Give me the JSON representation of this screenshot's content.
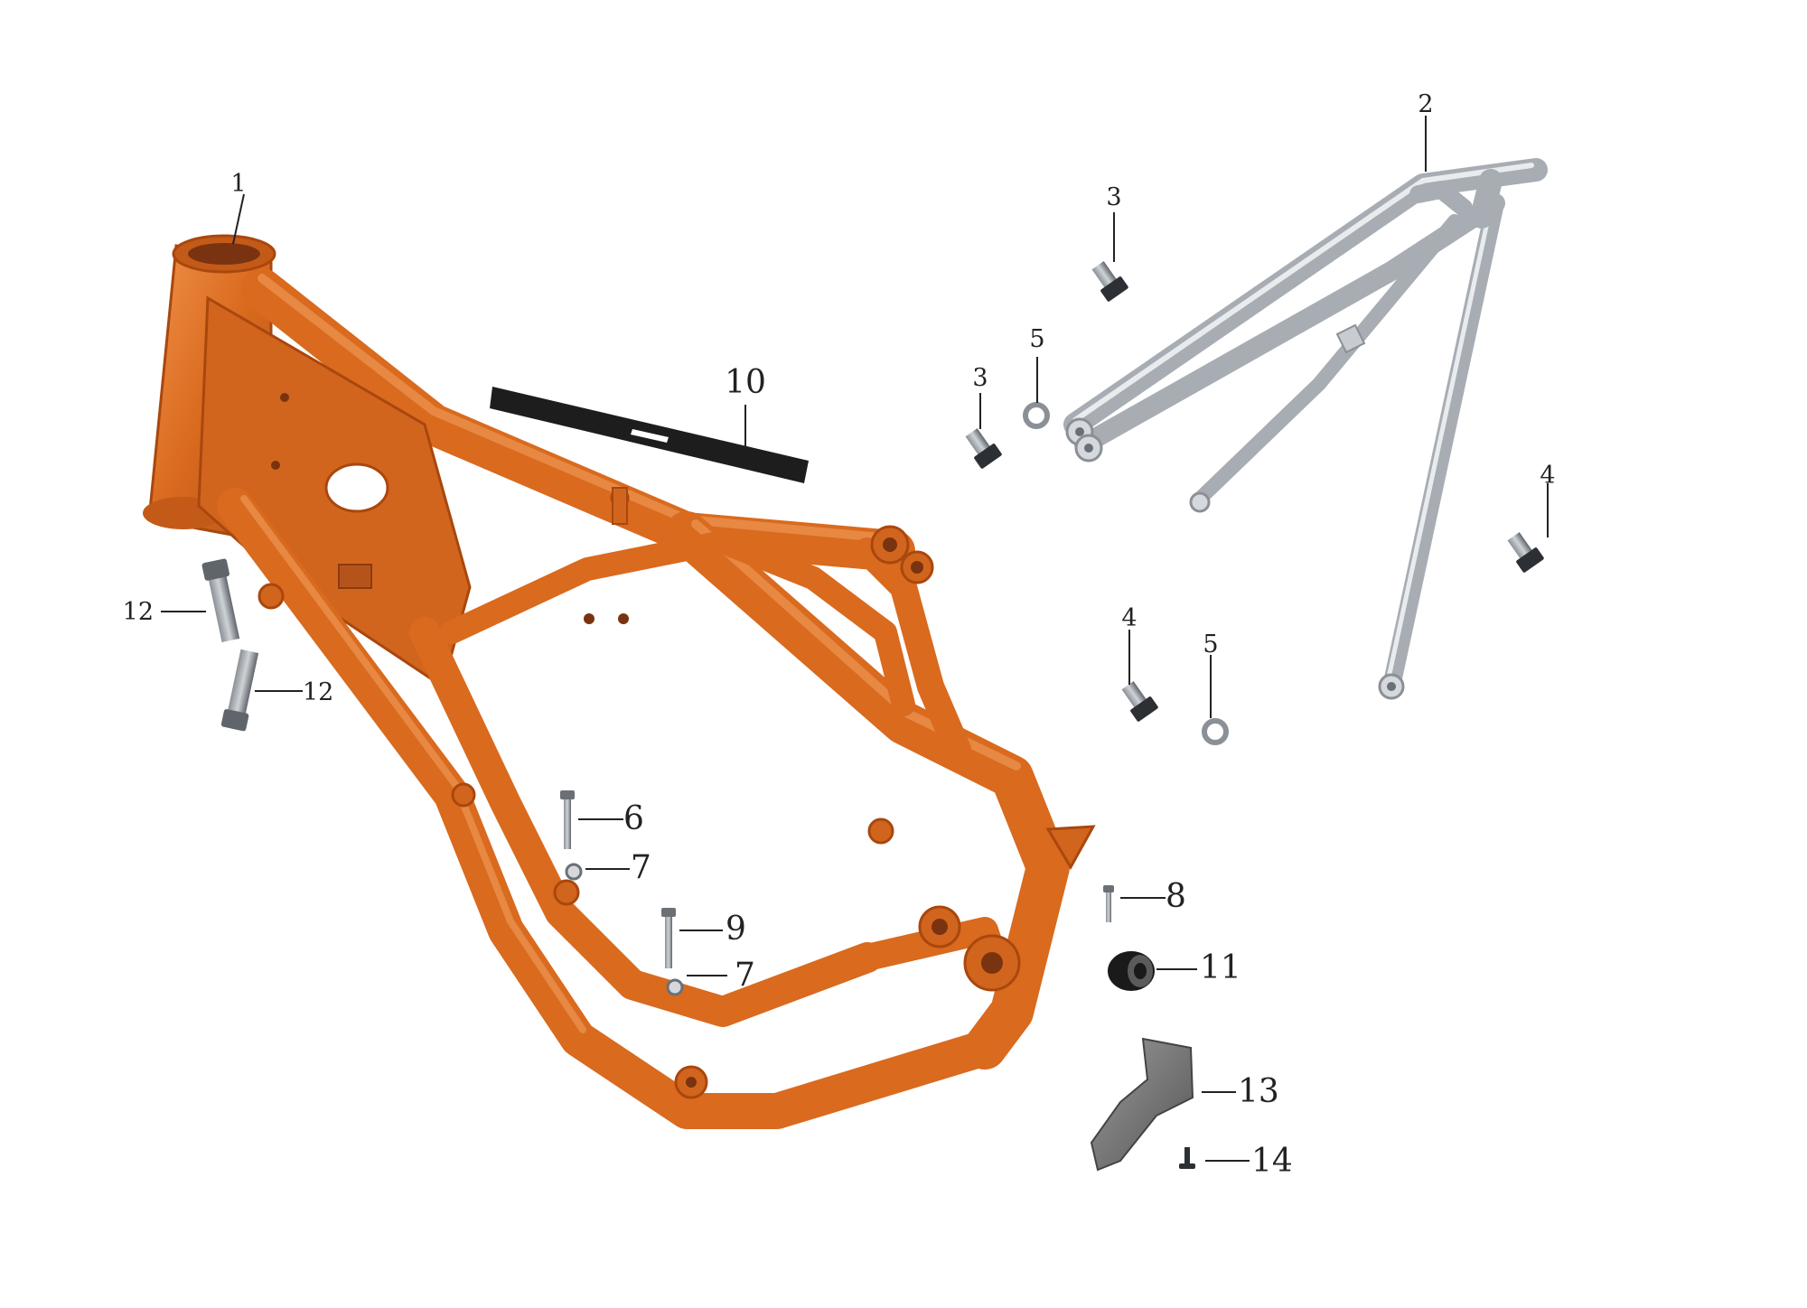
{
  "colors": {
    "frame": "#d96a1e",
    "frame_highlight": "#f3a062",
    "frame_shadow": "#a9470e",
    "subframe": "#a8adb4",
    "subframe_highlight": "#e9ecef",
    "fastener": "#2c2f33",
    "rubber": "#1a1a1a",
    "guard": "#6e6e6e",
    "label": "#222222"
  },
  "callouts": [
    {
      "id": "c1a",
      "text": "1"
    },
    {
      "id": "c2a",
      "text": "2"
    },
    {
      "id": "c3a",
      "text": "3"
    },
    {
      "id": "c3b",
      "text": "3"
    },
    {
      "id": "c4a",
      "text": "4"
    },
    {
      "id": "c4b",
      "text": "4"
    },
    {
      "id": "c5a",
      "text": "5"
    },
    {
      "id": "c5b",
      "text": "5"
    },
    {
      "id": "c6a",
      "text": "6"
    },
    {
      "id": "c7a",
      "text": "7"
    },
    {
      "id": "c7b",
      "text": "7"
    },
    {
      "id": "c8a",
      "text": "8"
    },
    {
      "id": "c9a",
      "text": "9"
    },
    {
      "id": "c10a",
      "text": "10"
    },
    {
      "id": "c11a",
      "text": "11"
    },
    {
      "id": "c12a",
      "text": "12"
    },
    {
      "id": "c12b",
      "text": "12"
    },
    {
      "id": "c13a",
      "text": "13"
    },
    {
      "id": "c14a",
      "text": "14"
    }
  ]
}
